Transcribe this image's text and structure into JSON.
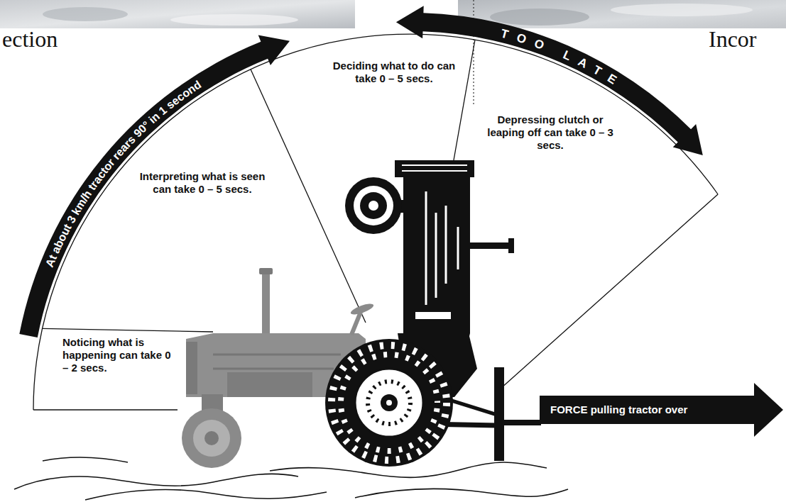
{
  "diagram": {
    "labels": [
      "ection",
      "Incor",
      "At about 3 km/h tractor rears 90° in 1 second",
      "TOO LATE",
      "Noticing what is happening can take 0 – 2 secs.",
      "Interpreting what is seen can take 0 – 5 secs.",
      "Deciding what to do can take 0 – 5 secs.",
      "Depressing clutch or leaping off can take 0 – 3 secs.",
      "FORCE pulling tractor over"
    ]
  }
}
